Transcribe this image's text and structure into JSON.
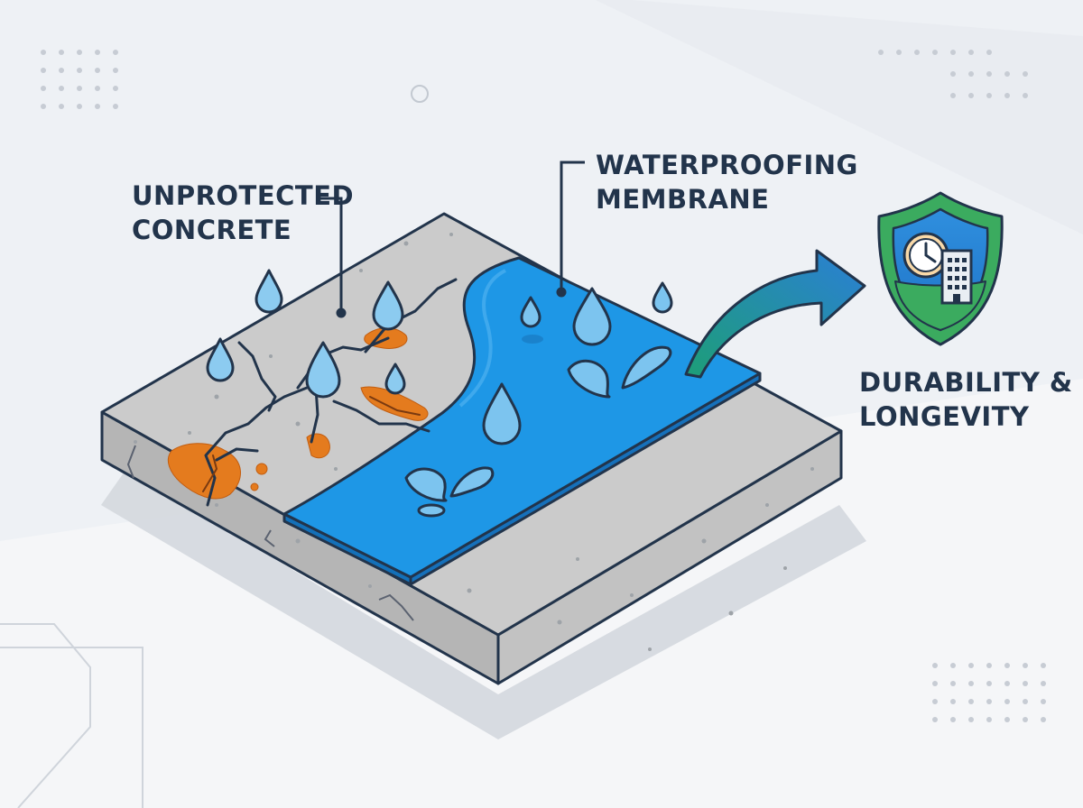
{
  "labels": {
    "unprotected": {
      "line1": "UNPROTECTED",
      "line2": "CONCRETE"
    },
    "membrane": {
      "line1": "WATERPROOFING",
      "line2": "MEMBRANE"
    },
    "durability": {
      "line1": "DURABILITY &",
      "line2": "LONGEVITY"
    }
  },
  "icons": {
    "shield": "shield-icon",
    "clock": "clock-icon",
    "building": "building-icon",
    "arrow": "curved-arrow-icon",
    "droplet": "water-droplet-icon",
    "crack": "crack-icon"
  },
  "colors": {
    "background": "#eef1f5",
    "concrete_top": "#c9c9c9",
    "concrete_side": "#b3b3b3",
    "membrane": "#1e97e6",
    "water": "#7cc4ef",
    "rust": "#e47b1e",
    "outline": "#22344b",
    "shield_green": "#3bab5f",
    "shield_blue": "#2d8fdc",
    "arrow_gradient": [
      "#1d9e77",
      "#2b7fd6"
    ]
  }
}
